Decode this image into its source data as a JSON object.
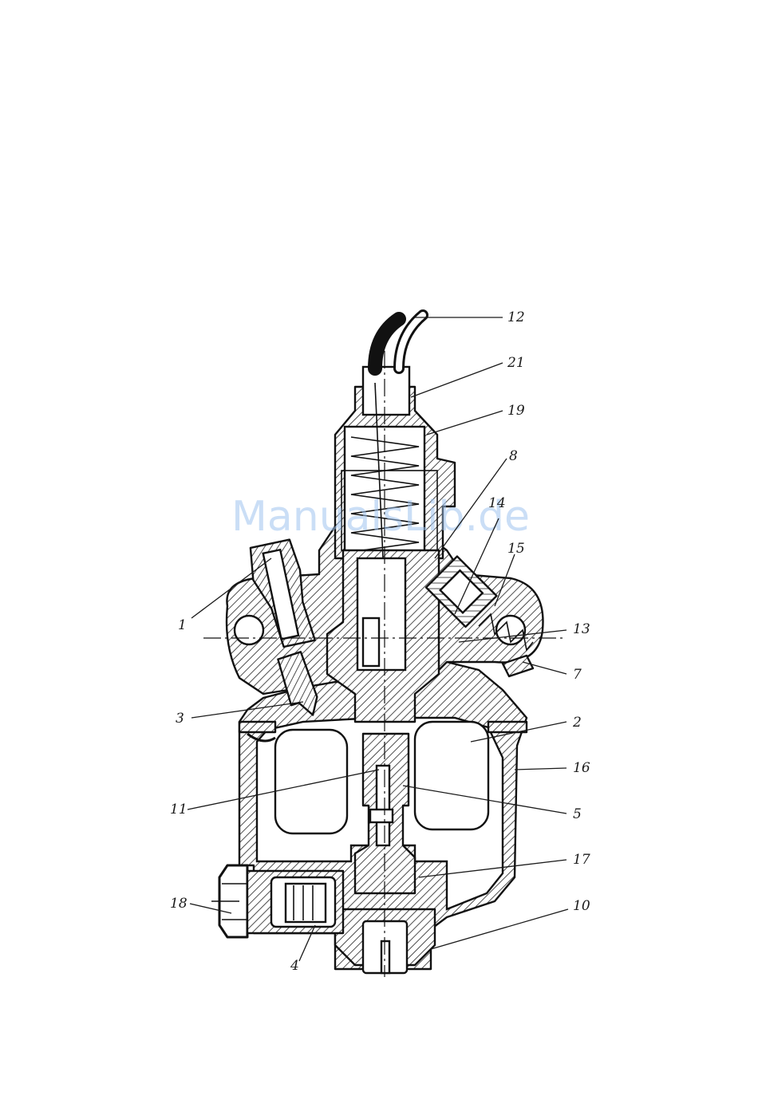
{
  "watermark": "ManualsLib.de",
  "labels": {
    "p1": "1",
    "p2": "2",
    "p3": "3",
    "p4": "4",
    "p5": "5",
    "p7": "7",
    "p8": "8",
    "p10": "10",
    "p11": "11",
    "p12": "12",
    "p13": "13",
    "p14": "14",
    "p15": "15",
    "p16": "16",
    "p17": "17",
    "p18": "18",
    "p19": "19",
    "p21": "21"
  }
}
